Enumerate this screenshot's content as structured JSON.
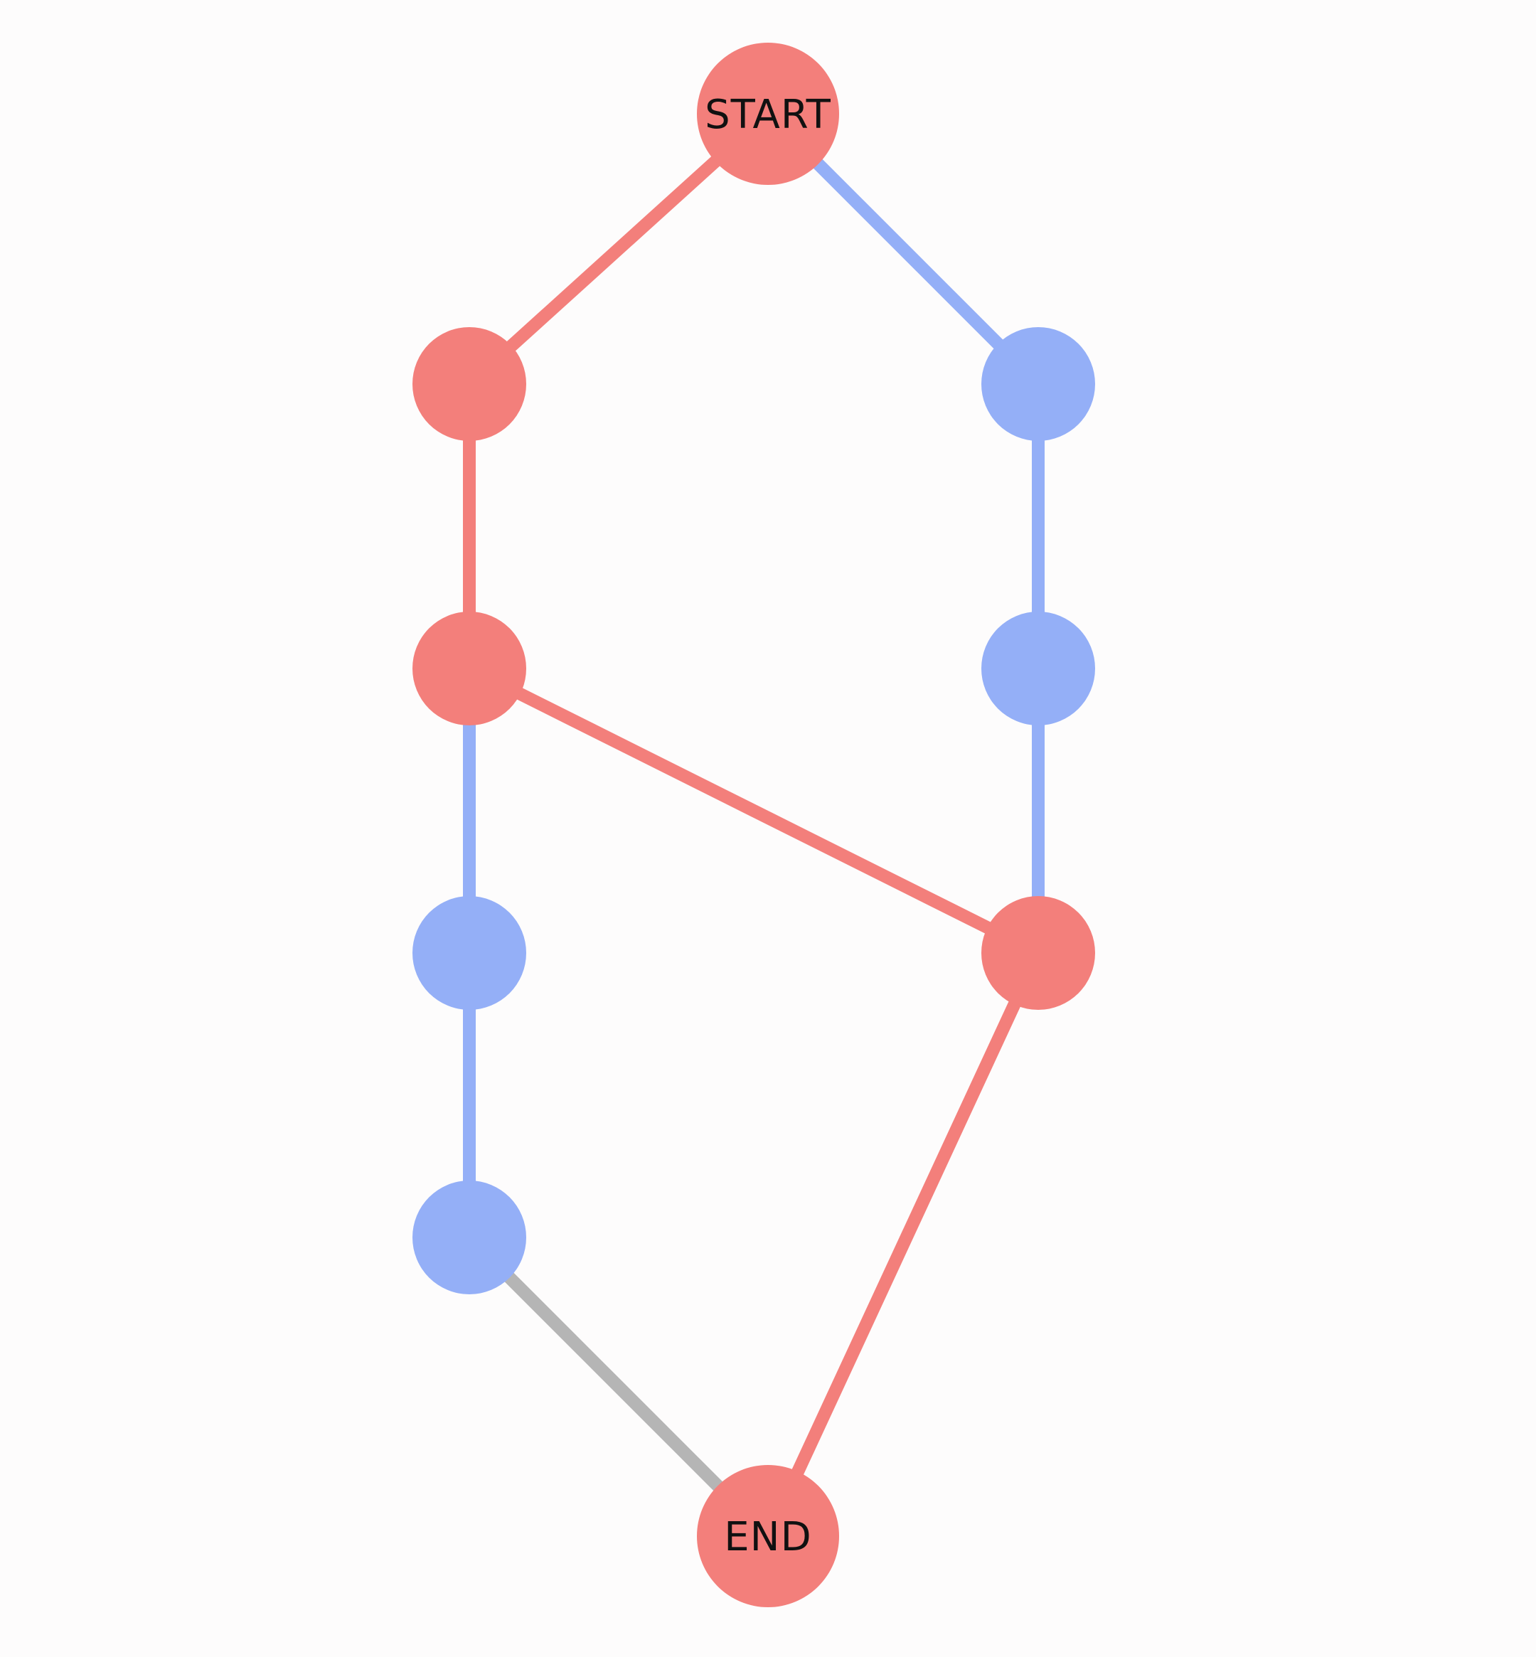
{
  "colors": {
    "background": "#fdfcfc",
    "red": "#f37f7b",
    "blue": "#94aff7",
    "gray": "#b5b5b5",
    "label": "#111111"
  },
  "nodes": [
    {
      "id": "start",
      "label": "START",
      "color": "red"
    },
    {
      "id": "l1",
      "label": "",
      "color": "red"
    },
    {
      "id": "r1",
      "label": "",
      "color": "blue"
    },
    {
      "id": "l2",
      "label": "",
      "color": "red"
    },
    {
      "id": "r2",
      "label": "",
      "color": "blue"
    },
    {
      "id": "l3",
      "label": "",
      "color": "blue"
    },
    {
      "id": "r3",
      "label": "",
      "color": "red"
    },
    {
      "id": "l4",
      "label": "",
      "color": "blue"
    },
    {
      "id": "end",
      "label": "END",
      "color": "red"
    }
  ],
  "edges": [
    {
      "from": "start",
      "to": "l1",
      "color": "red"
    },
    {
      "from": "start",
      "to": "r1",
      "color": "blue"
    },
    {
      "from": "l1",
      "to": "l2",
      "color": "red"
    },
    {
      "from": "r1",
      "to": "r2",
      "color": "blue"
    },
    {
      "from": "l2",
      "to": "l3",
      "color": "blue"
    },
    {
      "from": "l2",
      "to": "r3",
      "color": "red"
    },
    {
      "from": "r2",
      "to": "r3",
      "color": "blue"
    },
    {
      "from": "l3",
      "to": "l4",
      "color": "blue"
    },
    {
      "from": "l4",
      "to": "end",
      "color": "gray"
    },
    {
      "from": "r3",
      "to": "end",
      "color": "red"
    }
  ]
}
